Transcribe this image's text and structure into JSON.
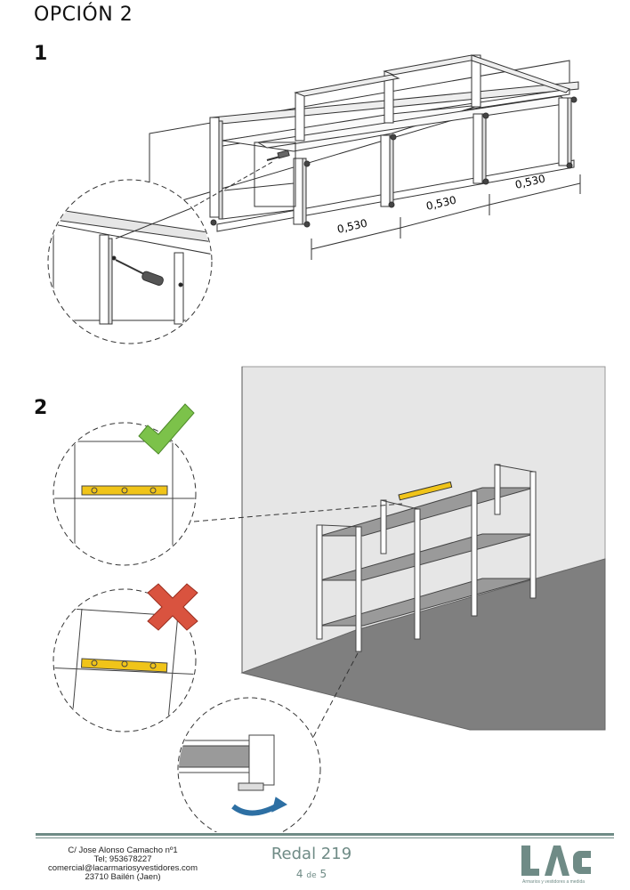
{
  "header": {
    "title": "OPCIÓN 2"
  },
  "steps": [
    {
      "number": "1"
    },
    {
      "number": "2"
    }
  ],
  "dimensions": [
    "0,530",
    "0,530",
    "0,530"
  ],
  "footer": {
    "address": [
      "C/ Jose Alonso Camacho nº1",
      "Tel; 953678227",
      "comercial@lacarmariosyvestidores.com",
      "23710 Bailén (Jaen)"
    ],
    "model": "Redal 219",
    "page_current": "4",
    "page_separator": "de",
    "page_total": "5",
    "brand": "LAC",
    "brand_tagline": "Armarios y vestidores a medida"
  },
  "colors": {
    "accent": "#6f8b86",
    "ok": "#7cc24a",
    "bad": "#d9533f",
    "floor": "#7d7d7d",
    "wall": "#e4e4e4"
  }
}
